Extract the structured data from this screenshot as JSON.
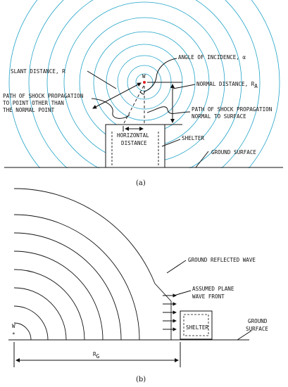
{
  "figure_a": {
    "caption": "(a)",
    "labels": {
      "weapon": "W",
      "slant_distance": "SLANT DISTANCE, R",
      "angle_of_incidence": "ANGLE OF INCIDENCE, α",
      "normal_distance": "NORMAL DISTANCE, R",
      "normal_distance_sub": "A",
      "path_other_1": "PATH OF SHOCK PROPAGATION",
      "path_other_2": "TO POINT OTHER THAN",
      "path_other_3": "THE NORMAL POINT",
      "path_normal_1": "PATH OF SHOCK PROPAGATION",
      "path_normal_2": "NORMAL TO SURFACE",
      "horizontal_1": "HORIZONTAL",
      "horizontal_2": "DISTANCE",
      "shelter": "SHELTER",
      "ground_surface": "GROUND SURFACE"
    },
    "colors": {
      "wave": "#22a3c8",
      "burst_point": "#e02020",
      "lines": "#111111"
    }
  },
  "figure_b": {
    "caption": "(b)",
    "labels": {
      "weapon": "W",
      "weapon_marker": "*",
      "ground_reflected_wave": "GROUND REFLECTED WAVE",
      "plane_wave_1": "ASSUMED PLANE",
      "plane_wave_2": "WAVE FRONT",
      "shelter": "SHELTER",
      "ground_1": "GROUND",
      "ground_2": "SURFACE",
      "rg": "R",
      "rg_sub": "G"
    },
    "colors": {
      "wave": "#111111"
    }
  }
}
